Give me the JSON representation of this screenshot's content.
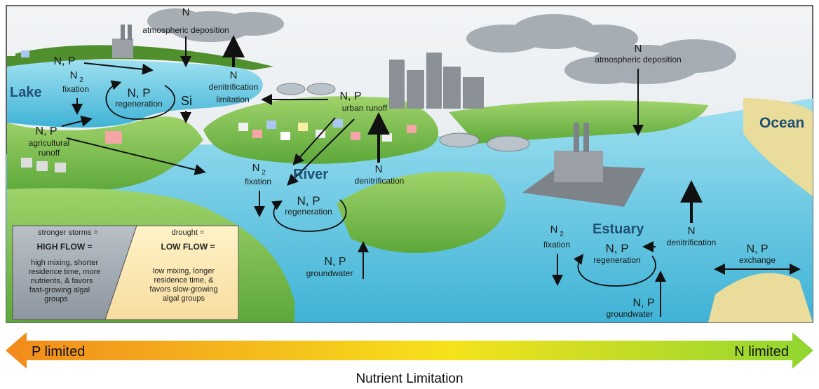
{
  "places": {
    "lake": "Lake",
    "river": "River",
    "estuary": "Estuary",
    "ocean": "Ocean"
  },
  "labels": {
    "n_top": "N",
    "atm_dep_top": "atmospheric deposition",
    "np_lake_in": "N, P",
    "n2_lake": "N",
    "n2_lake_sub": "2",
    "fixation_lake": "fixation",
    "np_regen_lake": "N, P",
    "regeneration_lake": "regeneration",
    "si": "Si",
    "n_denit_lake": "N",
    "denitrification_lake": "denitrification",
    "limitation": "limitation",
    "np_ag": "N, P",
    "agricultural": "agricultural",
    "runoff_ag": "runoff",
    "np_urban": "N, P",
    "urban_runoff": "urban runoff",
    "n2_river": "N",
    "n2_river_sub": "2",
    "fixation_river": "fixation",
    "np_regen_river": "N, P",
    "regeneration_river": "regeneration",
    "n_denit_river": "N",
    "denitrification_river": "denitrification",
    "np_gw_river": "N, P",
    "groundwater_river": "groundwater",
    "n_atm_right": "N",
    "atm_dep_right": "atmospheric deposition",
    "n2_estuary": "N",
    "n2_estuary_sub": "2",
    "fixation_estuary": "fixation",
    "np_regen_estuary": "N, P",
    "regeneration_estuary": "regeneration",
    "n_denit_estuary": "N",
    "denitrification_estuary": "denitrification",
    "np_exchange": "N, P",
    "exchange": "exchange",
    "np_gw_estuary": "N, P",
    "groundwater_estuary": "groundwater"
  },
  "flow_box": {
    "high_title": "stronger storms =",
    "high_head": "HIGH FLOW =",
    "high_lines": [
      "high mixing, shorter",
      "residence time, more",
      "nutrients, & favors",
      "fast-growing algal",
      "groups"
    ],
    "low_title": "drought =",
    "low_head": "LOW FLOW =",
    "low_lines": [
      "low mixing, longer",
      "residence time, &",
      "favors slow-growing",
      "algal groups"
    ]
  },
  "gradient": {
    "left_label": "P limited",
    "right_label": "N limited",
    "axis_title": "Nutrient Limitation",
    "left_color": "#f28a1c",
    "mid_color": "#f6e21c",
    "right_color": "#8fd630"
  },
  "colors": {
    "water": "#5fc3df",
    "land": "#7cbf4a",
    "sky": "#e8ecef"
  }
}
